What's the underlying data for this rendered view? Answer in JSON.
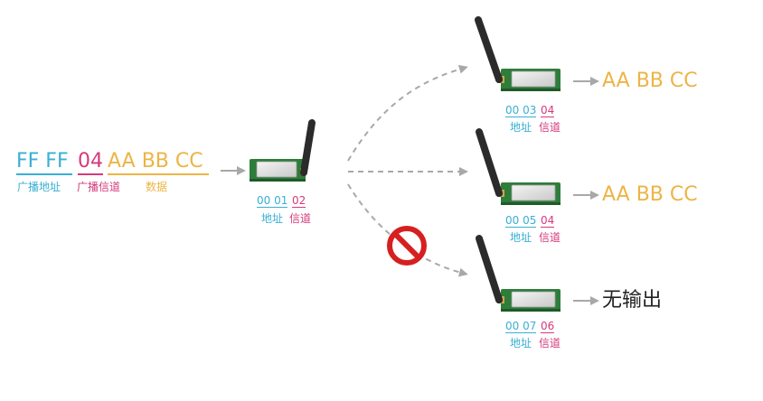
{
  "colors": {
    "cyan": "#3AAFD4",
    "magenta": "#D63A7B",
    "orange": "#EDB445",
    "pcb_green": "#2E7D3A",
    "antenna": "#2B2B2B",
    "arrow_gray": "#A8A8A8",
    "forbid_red": "#D62020",
    "text_dark": "#222222"
  },
  "packet": {
    "broadcast_address": "FF FF",
    "broadcast_channel": "04",
    "data": "AA BB CC",
    "broadcast_address_label": "广播地址",
    "broadcast_channel_label": "广播信道",
    "data_label": "数据"
  },
  "sender": {
    "address": "00 01",
    "channel": "02",
    "address_label": "地址",
    "channel_label": "信道"
  },
  "receivers": [
    {
      "address": "00 03",
      "channel": "04",
      "address_label": "地址",
      "channel_label": "信道",
      "output": "AA BB CC"
    },
    {
      "address": "00 05",
      "channel": "04",
      "address_label": "地址",
      "channel_label": "信道",
      "output": "AA BB CC"
    },
    {
      "address": "00 07",
      "channel": "06",
      "address_label": "地址",
      "channel_label": "信道",
      "output": "无输出"
    }
  ],
  "icons": {
    "module": "lora-module-icon",
    "blocked": "forbidden-icon"
  }
}
